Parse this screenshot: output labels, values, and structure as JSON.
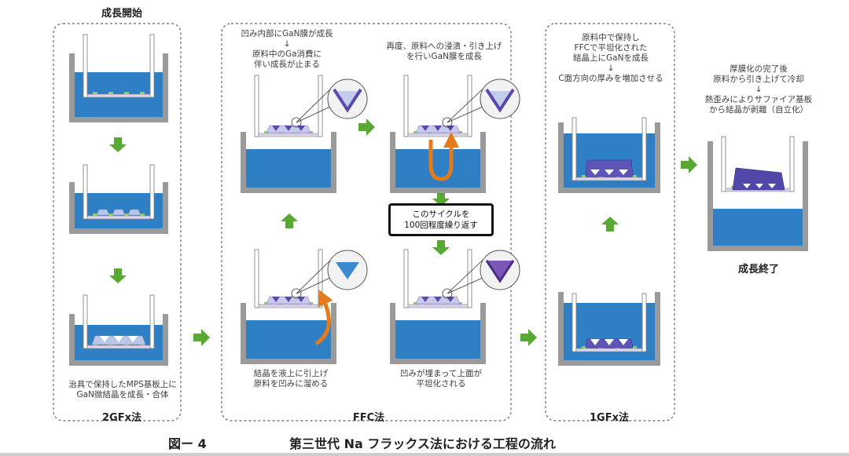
{
  "headings": {
    "start": "成長開始",
    "end": "成長終了"
  },
  "sections": {
    "gf2": "2GFx法",
    "ffc": "FFC法",
    "gf1": "1GFx法"
  },
  "notes": {
    "gf2_bottom": "治具で保持したMPS基板上に\nGaN微結晶を成長・合体",
    "ffc_top_left": "凹み内部にGaN膜が成長\n↓\n原料中のGa消費に\n伴い成長が止まる",
    "ffc_top_right": "再度、原料への浸漬・引き上げ\nを行いGaN膜を成長",
    "ffc_bottom_left": "結晶を液上に引上げ\n原料を凹みに溜める",
    "ffc_bottom_right": "凹みが埋まって上面が\n平坦化される",
    "cycle": "このサイクルを\n100回程度繰り返す",
    "gf1_top": "原料中で保持し\nFFCで平坦化された\n結晶上にGaNを成長\n↓\nC面方向の厚みを増加させる",
    "end_top": "厚膜化の完了後\n原料から引き上げて冷却\n↓\n熱歪みによりサファイア基板\nから結晶が剥離（自立化）"
  },
  "caption": {
    "figure": "図ー 4",
    "title": "第三世代 Na フラックス法における工程の流れ"
  },
  "colors": {
    "liquid": "#2f7fc4",
    "vessel": "#9a9a9a",
    "arrow": "#58a834",
    "pull": "#e37b1c",
    "crystal": "#5a4aa8",
    "crystal_light": "#b9c6ea",
    "seed": "#8fcf6a"
  }
}
